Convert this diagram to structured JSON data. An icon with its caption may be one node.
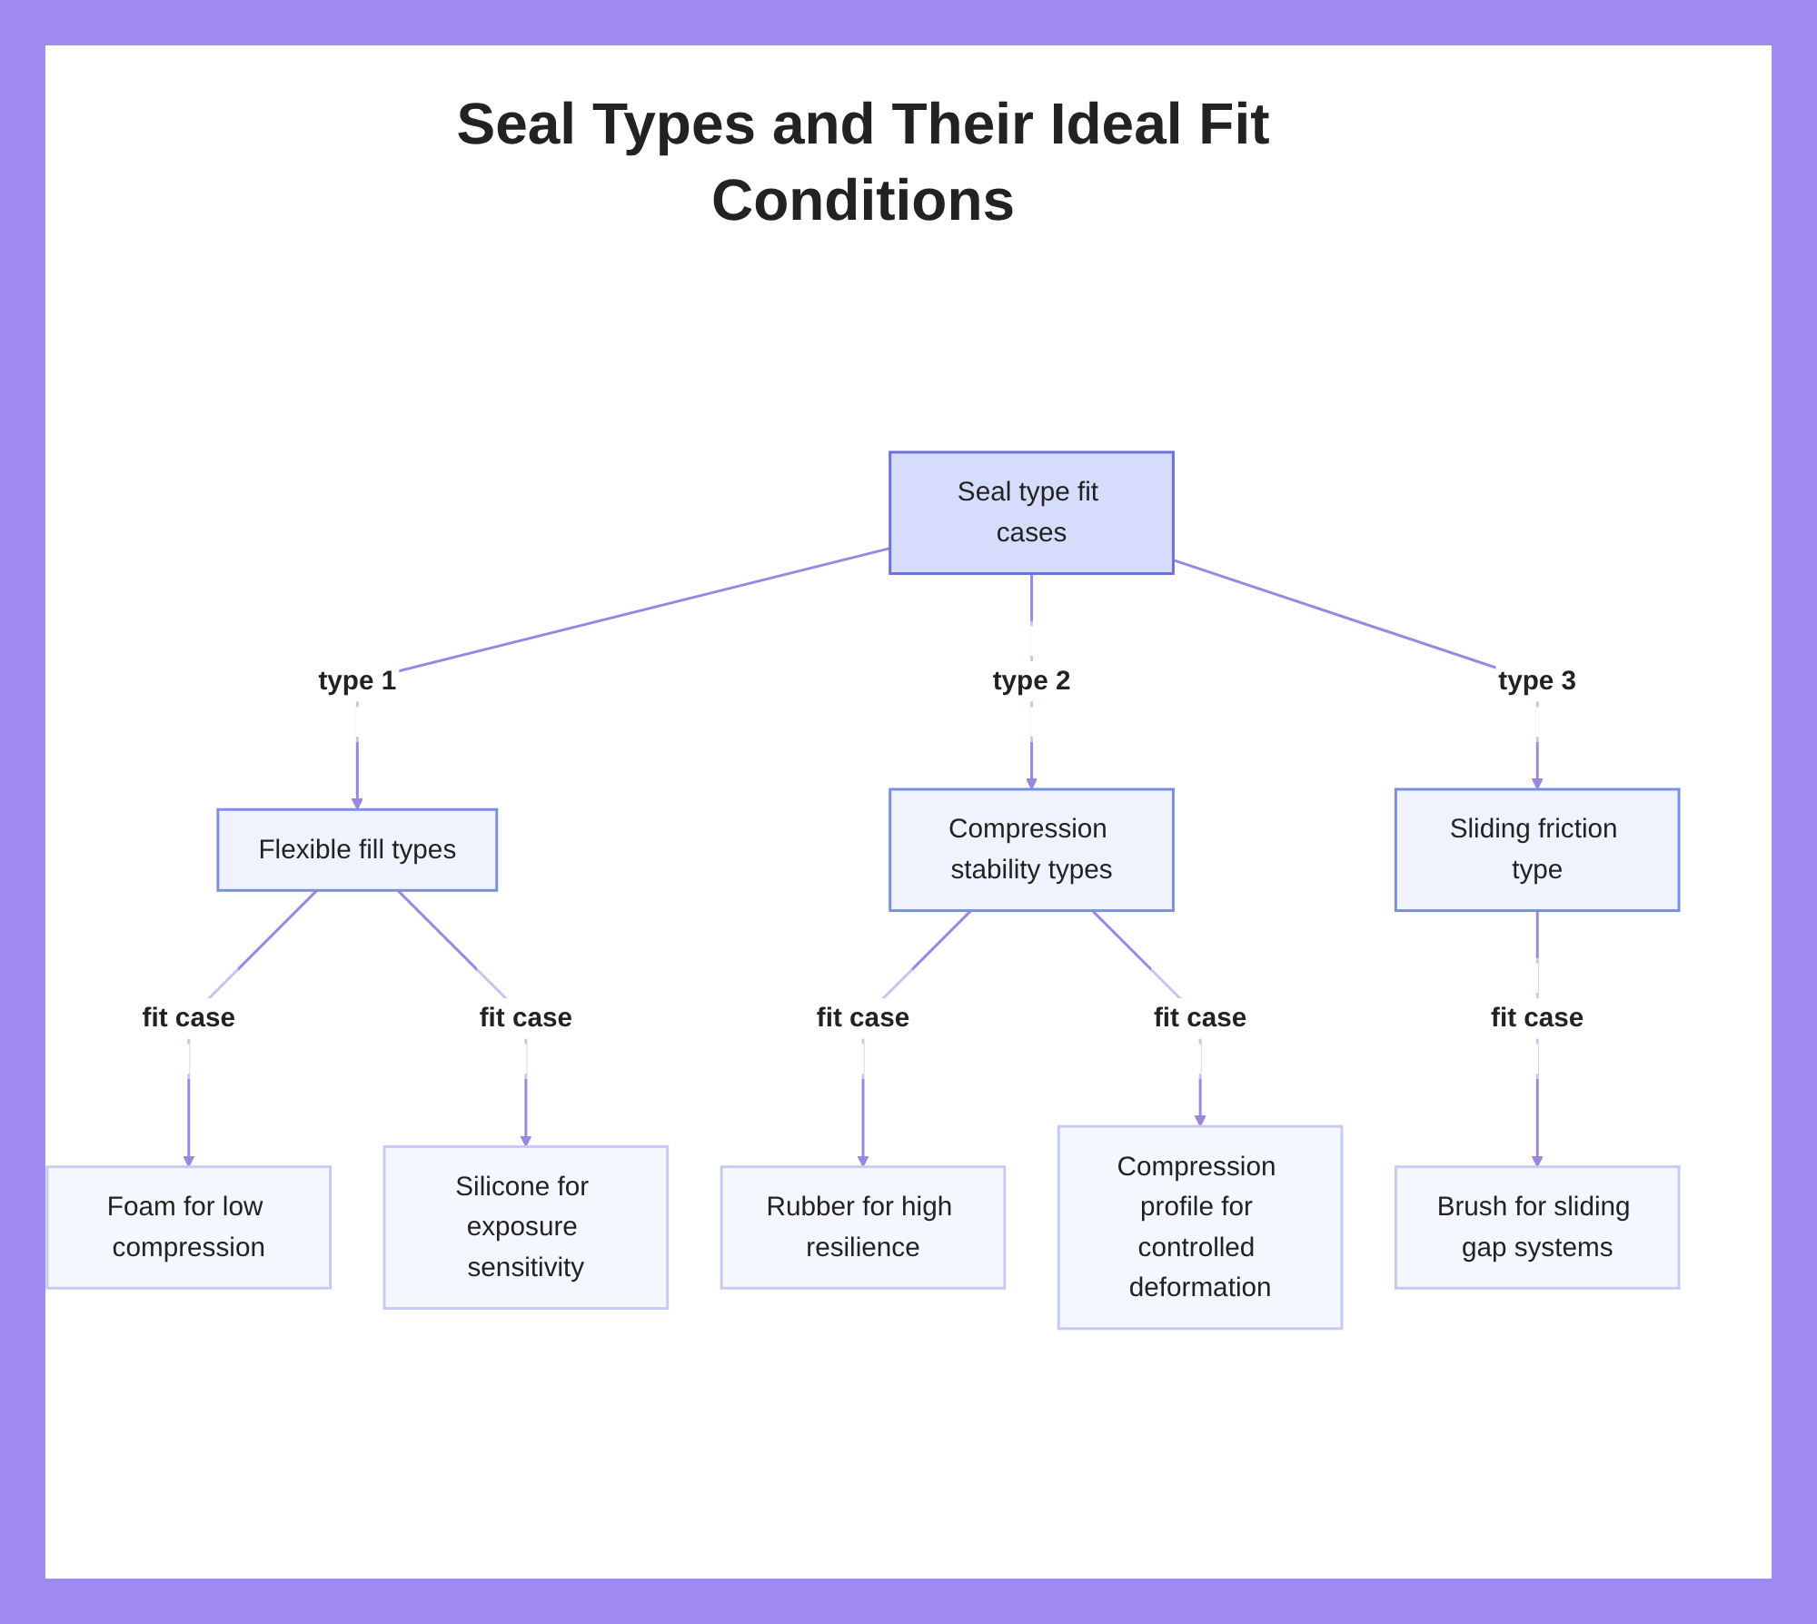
{
  "diagram": {
    "title": "Seal Types and Their Ideal Fit Conditions",
    "nodes": [
      {
        "text": [
          "Seal type fit cases"
        ]
      },
      {
        "text": [
          "Flexible fill types"
        ]
      },
      {
        "text": [
          "Compression stability types"
        ]
      },
      {
        "text": [
          "Sliding friction type"
        ]
      },
      {
        "text": [
          "Foam for low compression"
        ]
      },
      {
        "text": [
          "Silicone for exposure sensitivity"
        ]
      },
      {
        "text": [
          "Rubber for high resilience"
        ]
      },
      {
        "text": [
          "Compression profile for controlled deformation"
        ]
      },
      {
        "text": [
          "Brush for sliding gap systems"
        ]
      }
    ],
    "edges": [
      {
        "from": 0,
        "to": 1,
        "arrow": "to",
        "label": "type 1"
      },
      {
        "from": 0,
        "to": 2,
        "arrow": "to",
        "label": "type 2"
      },
      {
        "from": 0,
        "to": 3,
        "arrow": "to",
        "label": "type 3"
      },
      {
        "from": 1,
        "to": 4,
        "arrow": "to",
        "label": "fit case"
      },
      {
        "from": 1,
        "to": 5,
        "arrow": "to",
        "label": "fit case"
      },
      {
        "from": 2,
        "to": 6,
        "arrow": "to",
        "label": "fit case"
      },
      {
        "from": 2,
        "to": 7,
        "arrow": "to",
        "label": "fit case"
      },
      {
        "from": 3,
        "to": 8,
        "arrow": "to",
        "label": "fit case"
      }
    ]
  }
}
